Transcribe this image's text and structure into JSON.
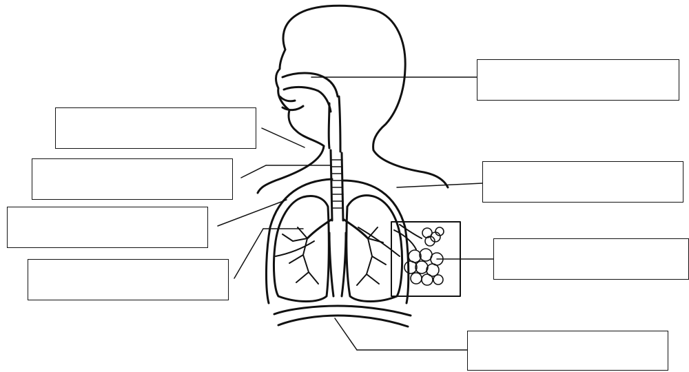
{
  "diagram": {
    "subject": "human-respiratory-system",
    "labels": [
      {
        "id": "nasal-cavity",
        "text": ""
      },
      {
        "id": "pharynx",
        "text": ""
      },
      {
        "id": "larynx",
        "text": ""
      },
      {
        "id": "trachea",
        "text": ""
      },
      {
        "id": "bronchus",
        "text": ""
      },
      {
        "id": "lung",
        "text": ""
      },
      {
        "id": "alveoli",
        "text": ""
      },
      {
        "id": "diaphragm",
        "text": ""
      }
    ],
    "colors": {
      "ink": "#111111",
      "paper": "#ffffff"
    }
  }
}
